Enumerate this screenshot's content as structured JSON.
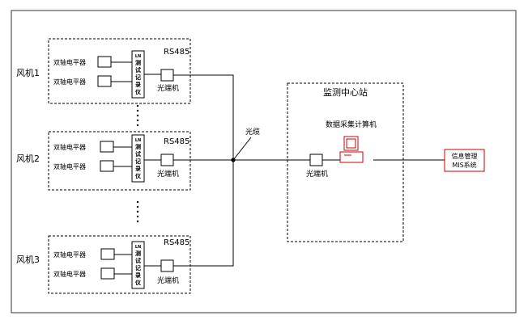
{
  "turbines": [
    {
      "label": "风机1",
      "sensors": [
        "双轴电平器",
        "双轴电平器"
      ],
      "recorder_text": [
        "LN",
        "测",
        "试",
        "记",
        "录",
        "仪"
      ],
      "rs485": "RS485",
      "converter": "光端机"
    },
    {
      "label": "风机2",
      "sensors": [
        "双轴电平器",
        "双轴电平器"
      ],
      "recorder_text": [
        "LN",
        "测",
        "试",
        "记",
        "录",
        "仪"
      ],
      "rs485": "RS485",
      "converter": "光端机"
    },
    {
      "label": "风机3",
      "sensors": [
        "双轴电平器",
        "双轴电平器"
      ],
      "recorder_text": [
        "LN",
        "测",
        "试",
        "记",
        "录",
        "仪"
      ],
      "rs485": "RS485",
      "converter": "光端机"
    }
  ],
  "fiber_label": "光缆",
  "center": {
    "title": "监测中心站",
    "computer_label": "数据采集计算机",
    "converter": "光端机"
  },
  "mis": {
    "line1": "信息管理",
    "line2": "MIS系统"
  },
  "colors": {
    "line": "#000000",
    "computer": "#cc0000",
    "mis_border": "#cc0000"
  }
}
